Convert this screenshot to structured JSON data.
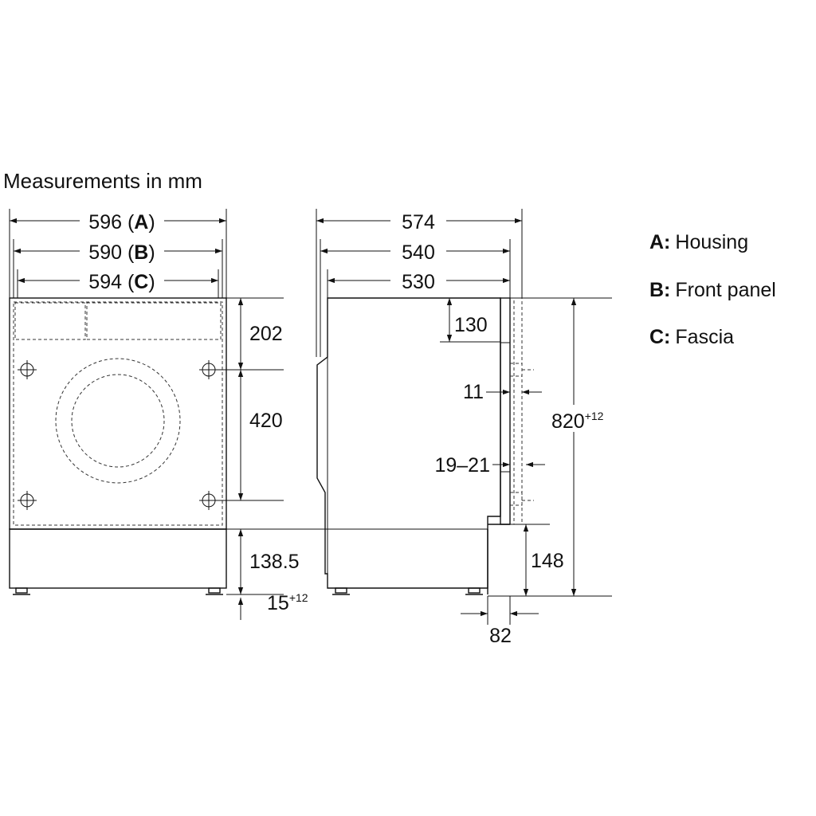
{
  "heading": "Measurements in mm",
  "front": {
    "dim_a": {
      "value": "596",
      "letter": "A"
    },
    "dim_b": {
      "value": "590",
      "letter": "B"
    },
    "dim_c": {
      "value": "594",
      "letter": "C"
    },
    "dim_202": "202",
    "dim_420": "420",
    "dim_138": "138.5",
    "dim_15": "15",
    "dim_15_sup": "+12"
  },
  "side": {
    "dim_574": "574",
    "dim_540": "540",
    "dim_530": "530",
    "dim_130": "130",
    "dim_11": "11",
    "dim_1921": "19–21",
    "dim_820": "820",
    "dim_820_sup": "+12",
    "dim_148": "148",
    "dim_82": "82"
  },
  "legend": [
    {
      "key": "A:",
      "label": "Housing"
    },
    {
      "key": "B:",
      "label": "Front panel"
    },
    {
      "key": "C:",
      "label": "Fascia"
    }
  ]
}
